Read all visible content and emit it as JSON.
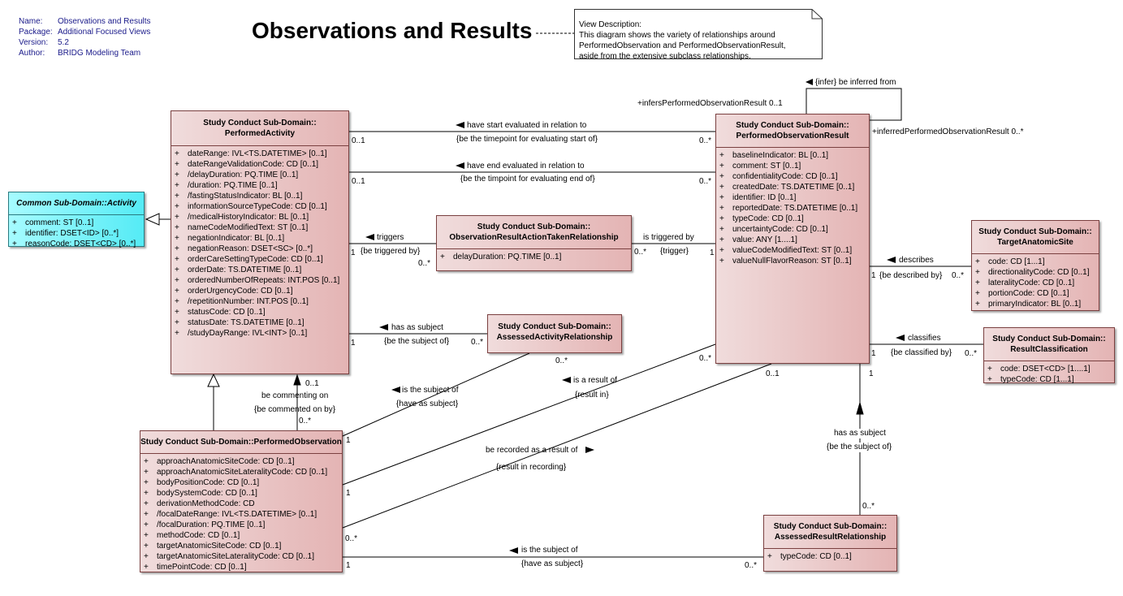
{
  "meta": [
    {
      "key": "Name:",
      "value": "Observations and Results"
    },
    {
      "key": "Package:",
      "value": "Additional Focused Views"
    },
    {
      "key": "Version:",
      "value": "5.2"
    },
    {
      "key": "Author:",
      "value": "BRIDG Modeling Team"
    }
  ],
  "title": "Observations and Results",
  "note": {
    "lines": [
      "View Description:",
      "This diagram shows the variety of relationships around",
      "PerformedObservation and PerformedObservationResult,",
      "aside from the extensive subclass relationships."
    ]
  },
  "classes": {
    "activity": {
      "name": "Common Sub-Domain::Activity",
      "attributes": [
        {
          "vis": "+",
          "text": "comment: ST [0..1]"
        },
        {
          "vis": "+",
          "text": "identifier: DSET<ID> [0..*]"
        },
        {
          "vis": "+",
          "text": "reasonCode: DSET<CD> [0..*]"
        }
      ]
    },
    "performed_activity": {
      "stereotype": "Study Conduct Sub-Domain::",
      "name": "PerformedActivity",
      "attributes": [
        {
          "vis": "+",
          "text": "dateRange: IVL<TS.DATETIME> [0..1]"
        },
        {
          "vis": "+",
          "text": "dateRangeValidationCode: CD [0..1]"
        },
        {
          "vis": "+",
          "text": "/delayDuration: PQ.TIME [0..1]"
        },
        {
          "vis": "+",
          "text": "/duration: PQ.TIME [0..1]"
        },
        {
          "vis": "+",
          "text": "/fastingStatusIndicator: BL [0..1]"
        },
        {
          "vis": "+",
          "text": "informationSourceTypeCode: CD [0..1]"
        },
        {
          "vis": "+",
          "text": "/medicalHistoryIndicator: BL [0..1]"
        },
        {
          "vis": "+",
          "text": "nameCodeModifiedText: ST [0..1]"
        },
        {
          "vis": "+",
          "text": "negationIndicator: BL [0..1]"
        },
        {
          "vis": "+",
          "text": "negationReason: DSET<SC> [0..*]"
        },
        {
          "vis": "+",
          "text": "orderCareSettingTypeCode: CD [0..1]"
        },
        {
          "vis": "+",
          "text": "orderDate: TS.DATETIME [0..1]"
        },
        {
          "vis": "+",
          "text": "orderedNumberOfRepeats: INT.POS [0..1]"
        },
        {
          "vis": "+",
          "text": "orderUrgencyCode: CD [0..1]"
        },
        {
          "vis": "+",
          "text": "/repetitionNumber: INT.POS [0..1]"
        },
        {
          "vis": "+",
          "text": "statusCode: CD [0..1]"
        },
        {
          "vis": "+",
          "text": "statusDate: TS.DATETIME [0..1]"
        },
        {
          "vis": "+",
          "text": "/studyDayRange: IVL<INT> [0..1]"
        }
      ]
    },
    "action_taken": {
      "stereotype": "Study Conduct Sub-Domain::",
      "name": "ObservationResultActionTakenRelationship",
      "attributes": [
        {
          "vis": "+",
          "text": "delayDuration: PQ.TIME [0..1]"
        }
      ]
    },
    "assessed_activity": {
      "stereotype": "Study Conduct Sub-Domain::",
      "name": "AssessedActivityRelationship",
      "attributes": []
    },
    "performed_observation_result": {
      "stereotype": "Study Conduct Sub-Domain::",
      "name": "PerformedObservationResult",
      "attributes": [
        {
          "vis": "+",
          "text": "baselineIndicator: BL [0..1]"
        },
        {
          "vis": "+",
          "text": "comment: ST [0..1]"
        },
        {
          "vis": "+",
          "text": "confidentialityCode: CD [0..1]"
        },
        {
          "vis": "+",
          "text": "createdDate: TS.DATETIME [0..1]"
        },
        {
          "vis": "+",
          "text": "identifier: ID [0..1]"
        },
        {
          "vis": "+",
          "text": "reportedDate: TS.DATETIME [0..1]"
        },
        {
          "vis": "+",
          "text": "typeCode: CD [0..1]"
        },
        {
          "vis": "+",
          "text": "uncertaintyCode: CD [0..1]"
        },
        {
          "vis": "+",
          "text": "value: ANY [1....1]"
        },
        {
          "vis": "+",
          "text": "valueCodeModifiedText: ST [0..1]"
        },
        {
          "vis": "+",
          "text": "valueNullFlavorReason: ST [0..1]"
        }
      ]
    },
    "target_anatomic_site": {
      "stereotype": "Study Conduct Sub-Domain::",
      "name": "TargetAnatomicSite",
      "attributes": [
        {
          "vis": "+",
          "text": "code: CD [1...1]"
        },
        {
          "vis": "+",
          "text": "directionalityCode: CD [0..1]"
        },
        {
          "vis": "+",
          "text": "lateralityCode: CD [0..1]"
        },
        {
          "vis": "+",
          "text": "portionCode: CD [0..1]"
        },
        {
          "vis": "+",
          "text": "primaryIndicator: BL [0..1]"
        }
      ]
    },
    "result_classification": {
      "stereotype": "Study Conduct Sub-Domain::",
      "name": "ResultClassification",
      "attributes": [
        {
          "vis": "+",
          "text": "code: DSET<CD> [1....1]"
        },
        {
          "vis": "+",
          "text": "typeCode: CD [1...1]"
        }
      ]
    },
    "performed_observation": {
      "name": "Study Conduct Sub-Domain::PerformedObservation",
      "attributes": [
        {
          "vis": "+",
          "text": "approachAnatomicSiteCode: CD [0..1]"
        },
        {
          "vis": "+",
          "text": "approachAnatomicSiteLateralityCode: CD [0..1]"
        },
        {
          "vis": "+",
          "text": "bodyPositionCode: CD [0..1]"
        },
        {
          "vis": "+",
          "text": "bodySystemCode: CD [0..1]"
        },
        {
          "vis": "+",
          "text": "derivationMethodCode: CD"
        },
        {
          "vis": "+",
          "text": "/focalDateRange: IVL<TS.DATETIME> [0..1]"
        },
        {
          "vis": "+",
          "text": "/focalDuration: PQ.TIME [0..1]"
        },
        {
          "vis": "+",
          "text": "methodCode: CD [0..1]"
        },
        {
          "vis": "+",
          "text": "targetAnatomicSiteCode: CD [0..1]"
        },
        {
          "vis": "+",
          "text": "targetAnatomicSiteLateralityCode: CD [0..1]"
        },
        {
          "vis": "+",
          "text": "timePointCode: CD [0..1]"
        }
      ]
    },
    "assessed_result": {
      "stereotype": "Study Conduct Sub-Domain::",
      "name": "AssessedResultRelationship",
      "attributes": [
        {
          "vis": "+",
          "text": "typeCode: CD [0..1]"
        }
      ]
    }
  },
  "labels": {
    "infer": "{infer} be inferred from",
    "infers_role": "+infersPerformedObservationResult 0..1",
    "inferred_role": "+inferredPerformedObservationResult 0..*",
    "start_name": "have start evaluated in relation to",
    "start_role": "{be the timepoint for evaluating start of}",
    "start_m1": "0..1",
    "start_m2": "0..*",
    "end_name": "have end evaluated in relation to",
    "end_role": "{be the timpoint for evaluating end of}",
    "end_m1": "0..1",
    "end_m2": "0..*",
    "triggers": "triggers",
    "triggered_by_role": "{be triggered by}",
    "trig_m1": "1",
    "trig_m2": "0..*",
    "is_triggered_by": "is triggered by",
    "trigger_role": "{trigger}",
    "trig_m3": "0..*",
    "trig_m4": "1",
    "has_as_subject": "has as subject",
    "be_subject_of": "{be the subject of}",
    "aa_m1": "1",
    "aa_m2": "0..*",
    "aa_m3": "0..*",
    "describes": "describes",
    "described_by": "{be described by}",
    "tas_m1": "1",
    "tas_m2": "0..*",
    "classifies": "classifies",
    "classified_by": "{be classified by}",
    "rc_m1": "1",
    "rc_m2": "0..*",
    "pr_m1": "0..*",
    "pr_m2": "0..1",
    "pr_m3": "1",
    "be_commenting_on": "be commenting on",
    "be_commented_on_by": "{be commented on by}",
    "comm_m1": "0..1",
    "comm_m2": "0..*",
    "is_subject_of": "is the subject of",
    "have_as_subject": "{have as subject}",
    "po_m1": "1",
    "is_result_of": "is a result of",
    "result_in": "{result in}",
    "po_m2": "1",
    "be_recorded": "be recorded as a result of",
    "result_in_recording": "{result in recording}",
    "po_m3": "0..*",
    "ar_name": "has as subject",
    "ar_role": "{be the subject of}",
    "ar_m1": "0..*",
    "is_subject_of2": "is the subject of",
    "have_as_subject2": "{have as subject}",
    "po_m4": "1",
    "ar_m2": "0..*"
  }
}
